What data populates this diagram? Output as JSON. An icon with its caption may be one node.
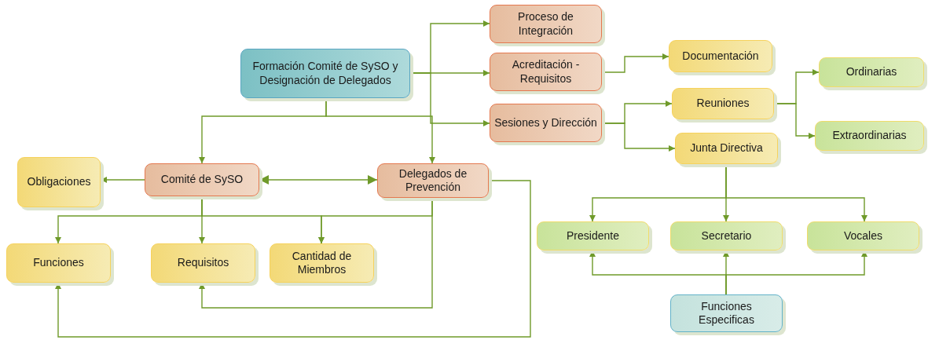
{
  "diagram": {
    "nodes": [
      {
        "text": [
          "Formación Comité de SySO y Designación de Delegados"
        ]
      },
      {
        "text": [
          "Proceso de Integración"
        ]
      },
      {
        "text": [
          "Acreditación - Requisitos"
        ]
      },
      {
        "text": [
          "Documentación"
        ]
      },
      {
        "text": [
          "Sesiones y Dirección"
        ]
      },
      {
        "text": [
          "Ordinarias"
        ]
      },
      {
        "text": [
          "Reuniones"
        ]
      },
      {
        "text": [
          "Extraordinarias"
        ]
      },
      {
        "text": [
          "Junta Directiva"
        ]
      },
      {
        "text": [
          "Obligaciones"
        ]
      },
      {
        "text": [
          "Comité de SySO"
        ]
      },
      {
        "text": [
          "Delegados de Prevención"
        ]
      },
      {
        "text": [
          "Funciones"
        ]
      },
      {
        "text": [
          "Requisitos"
        ]
      },
      {
        "text": [
          "Cantidad de Miembros"
        ]
      },
      {
        "text": [
          "Presidente"
        ]
      },
      {
        "text": [
          "Secretario"
        ]
      },
      {
        "text": [
          "Vocales"
        ]
      },
      {
        "text": [
          "Funciones Especificas"
        ]
      }
    ],
    "edges": [
      {
        "from": 0,
        "to": 1,
        "arrow": "to"
      },
      {
        "from": 0,
        "to": 2,
        "arrow": "to"
      },
      {
        "from": 0,
        "to": 4,
        "arrow": "to"
      },
      {
        "from": 0,
        "to": 10,
        "arrow": "to"
      },
      {
        "from": 0,
        "to": 11,
        "arrow": "to"
      },
      {
        "from": 2,
        "to": 3,
        "arrow": "to"
      },
      {
        "from": 4,
        "to": 6,
        "arrow": "to"
      },
      {
        "from": 4,
        "to": 8,
        "arrow": "to"
      },
      {
        "from": 6,
        "to": 5,
        "arrow": "to"
      },
      {
        "from": 6,
        "to": 7,
        "arrow": "to"
      },
      {
        "from": 10,
        "to": 9,
        "arrow": "to"
      },
      {
        "from": 10,
        "to": 11,
        "arrow": "both"
      },
      {
        "from": 10,
        "to": 12,
        "arrow": "to"
      },
      {
        "from": 10,
        "to": 13,
        "arrow": "to"
      },
      {
        "from": 10,
        "to": 14,
        "arrow": "to"
      },
      {
        "from": 11,
        "to": 14,
        "arrow": "to"
      },
      {
        "from": 11,
        "to": 13,
        "arrow": "to"
      },
      {
        "from": 11,
        "to": 12,
        "arrow": "to"
      },
      {
        "from": 8,
        "to": 15,
        "arrow": "to"
      },
      {
        "from": 8,
        "to": 16,
        "arrow": "to"
      },
      {
        "from": 8,
        "to": 17,
        "arrow": "to"
      },
      {
        "from": 18,
        "to": 15,
        "arrow": "to"
      },
      {
        "from": 18,
        "to": 16,
        "arrow": "to"
      },
      {
        "from": 18,
        "to": 17,
        "arrow": "to"
      }
    ]
  }
}
